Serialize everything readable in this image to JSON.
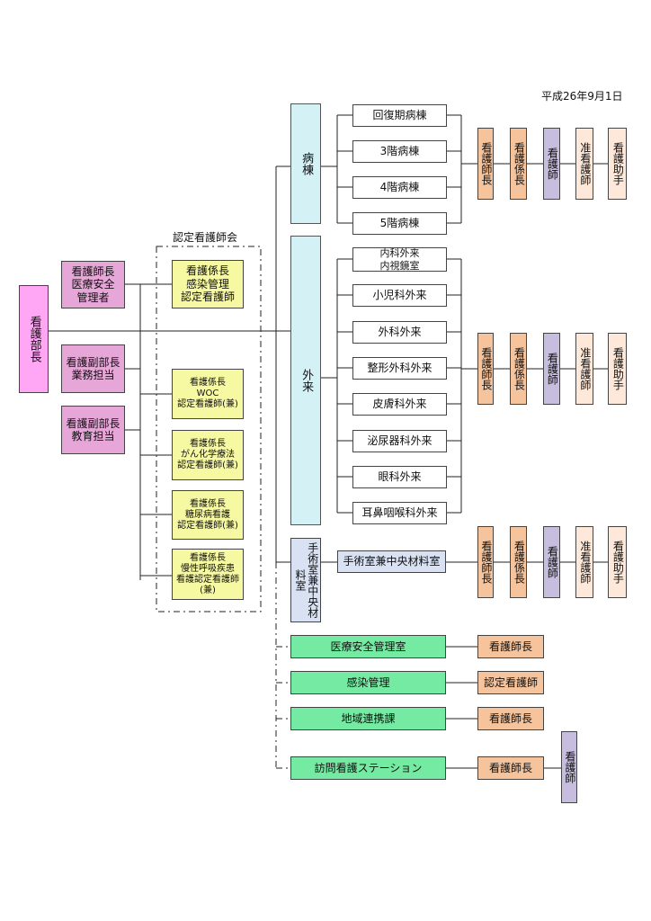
{
  "date": "平成26年9月1日",
  "top": {
    "director": "看護部長"
  },
  "deputies": [
    {
      "text": "看護師長\n医療安全\n管理者"
    },
    {
      "text": "看護副部長\n業務担当"
    },
    {
      "text": "看護副部長\n教育担当"
    }
  ],
  "committee": {
    "title": "認定看護師会",
    "members": [
      {
        "text": "看護係長\n感染管理\n認定看護師"
      },
      {
        "text": "看護係長\nWOC\n認定看護師(兼)"
      },
      {
        "text": "看護係長\nがん化学療法\n認定看護師(兼)"
      },
      {
        "text": "看護係長\n糖尿病看護\n認定看護師(兼)"
      },
      {
        "text": "看護係長\n慢性呼吸疾患\n看護認定看護師\n(兼)"
      }
    ]
  },
  "divisions": {
    "ward": "病棟",
    "outpatient": "外来",
    "surgery": "手術室兼中央材料室"
  },
  "wards": [
    "回復期病棟",
    "3階病棟",
    "4階病棟",
    "5階病棟"
  ],
  "outpatient_units": [
    "内科外来\n内視鏡室",
    "小児科外来",
    "外科外来",
    "整形外科外来",
    "皮膚科外来",
    "泌尿器科外来",
    "眼科外来",
    "耳鼻咽喉科外来"
  ],
  "surgery_unit": "手術室兼中央材料室",
  "staff_roles": [
    "看護師長",
    "看護係長",
    "看護師",
    "准看護師",
    "看護助手"
  ],
  "departments": [
    {
      "name": "医療安全管理室",
      "staff": "看護師長"
    },
    {
      "name": "感染管理",
      "staff": "認定看護師"
    },
    {
      "name": "地域連携課",
      "staff": "看護師長"
    },
    {
      "name": "訪問看護ステーション",
      "staff": "看護師長",
      "extra": "看護師"
    }
  ]
}
